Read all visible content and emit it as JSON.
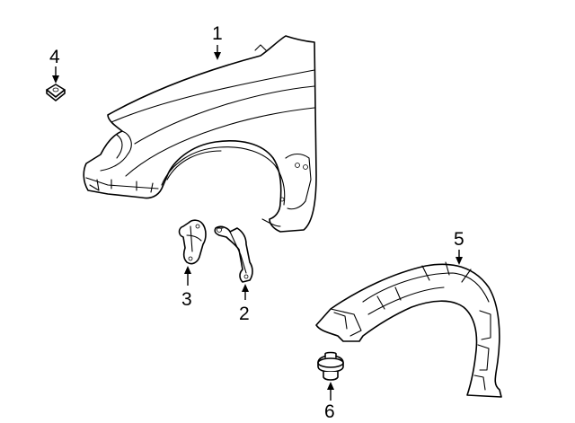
{
  "diagram": {
    "callouts": [
      {
        "id": "1",
        "label": "1",
        "part": "fender"
      },
      {
        "id": "2",
        "label": "2",
        "part": "rear-bracket"
      },
      {
        "id": "3",
        "label": "3",
        "part": "front-bracket"
      },
      {
        "id": "4",
        "label": "4",
        "part": "clip-nut"
      },
      {
        "id": "5",
        "label": "5",
        "part": "fender-liner"
      },
      {
        "id": "6",
        "label": "6",
        "part": "push-retainer"
      }
    ]
  }
}
